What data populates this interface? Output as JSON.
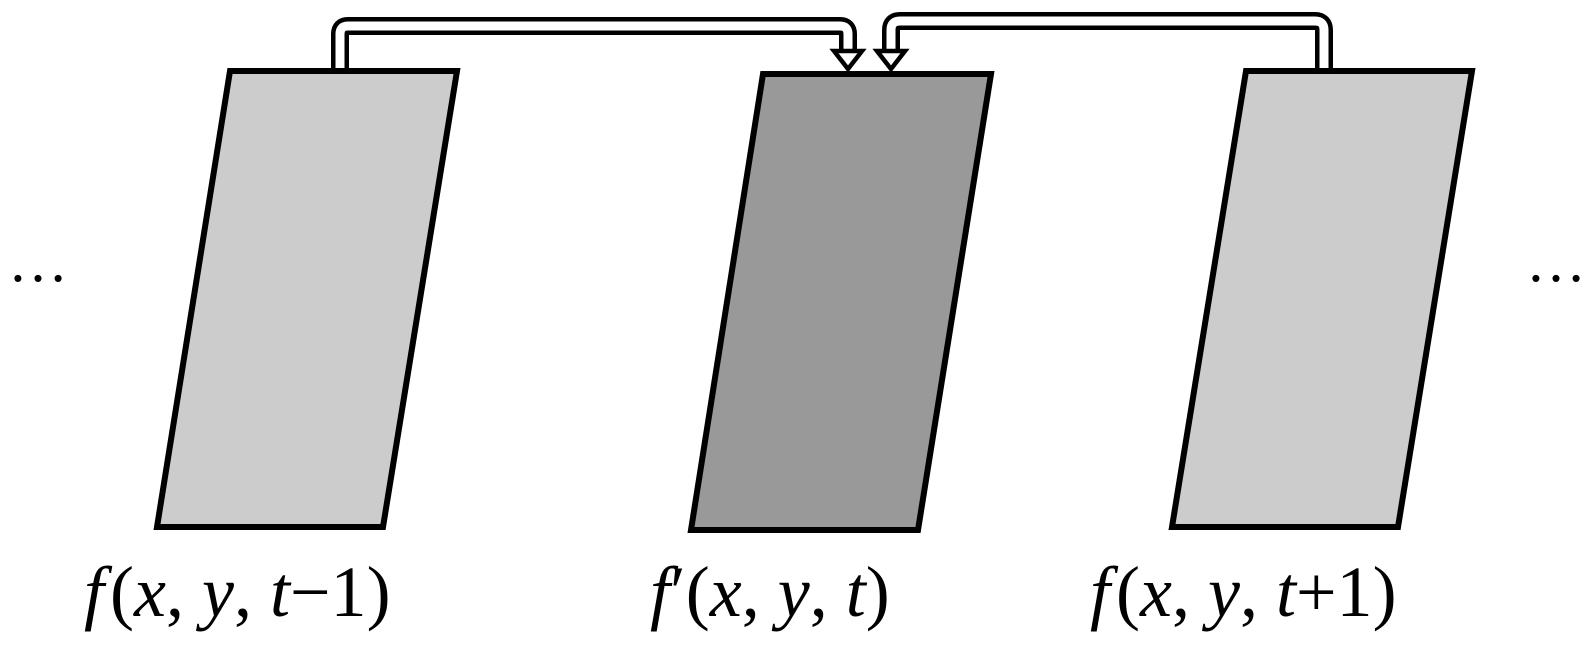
{
  "colors": {
    "neighbor_frame_fill": "#cccccc",
    "current_frame_fill": "#999999",
    "outline": "#000000",
    "background": "#ffffff"
  },
  "ellipsis_left": "…",
  "ellipsis_right": "…",
  "frames": [
    {
      "role": "previous",
      "label": {
        "func": "f",
        "prime": "",
        "open": "(",
        "x": "x",
        "sep1": ", ",
        "y": "y",
        "sep2": ", ",
        "t": "t",
        "offset": "−1",
        "close": ")"
      }
    },
    {
      "role": "current",
      "label": {
        "func": "f",
        "prime": "′",
        "open": "(",
        "x": "x",
        "sep1": ", ",
        "y": "y",
        "sep2": ", ",
        "t": "t",
        "offset": "",
        "close": ")"
      }
    },
    {
      "role": "next",
      "label": {
        "func": "f",
        "prime": "",
        "open": "(",
        "x": "x",
        "sep1": ", ",
        "y": "y",
        "sep2": ", ",
        "t": "t",
        "offset": "+1",
        "close": ")"
      }
    }
  ],
  "arrows": [
    {
      "from": "previous",
      "to": "current"
    },
    {
      "from": "next",
      "to": "current"
    }
  ]
}
